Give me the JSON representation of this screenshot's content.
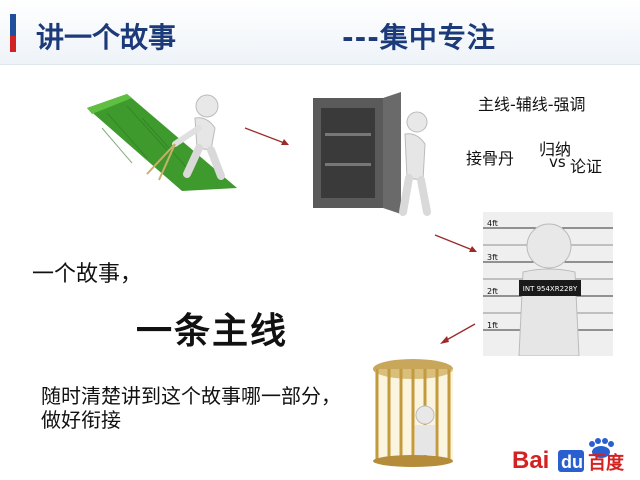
{
  "header": {
    "title": "讲一个故事",
    "subtitle": "---集中专注"
  },
  "notes": {
    "main_line": "主线-辅线-强调",
    "bone_graft": "接骨丹",
    "induction": "归纳",
    "vs": "vs",
    "argument": "论证"
  },
  "body": {
    "line1": "一个故事，",
    "line2": "一条主线",
    "line3": "随时清楚讲到这个故事哪一部分，做好衔接"
  },
  "mugshot": {
    "plate": "INT 954XR228Y",
    "heights": [
      "4ft",
      "3ft",
      "2ft",
      "1ft"
    ]
  },
  "logo": {
    "text_bai": "Bai",
    "text_du": "du",
    "text_cn": "百度"
  },
  "colors": {
    "title": "#1c3a7a",
    "accent_blue": "#1f4e9a",
    "accent_red": "#d32222",
    "arrow": "#9b2b2b"
  }
}
